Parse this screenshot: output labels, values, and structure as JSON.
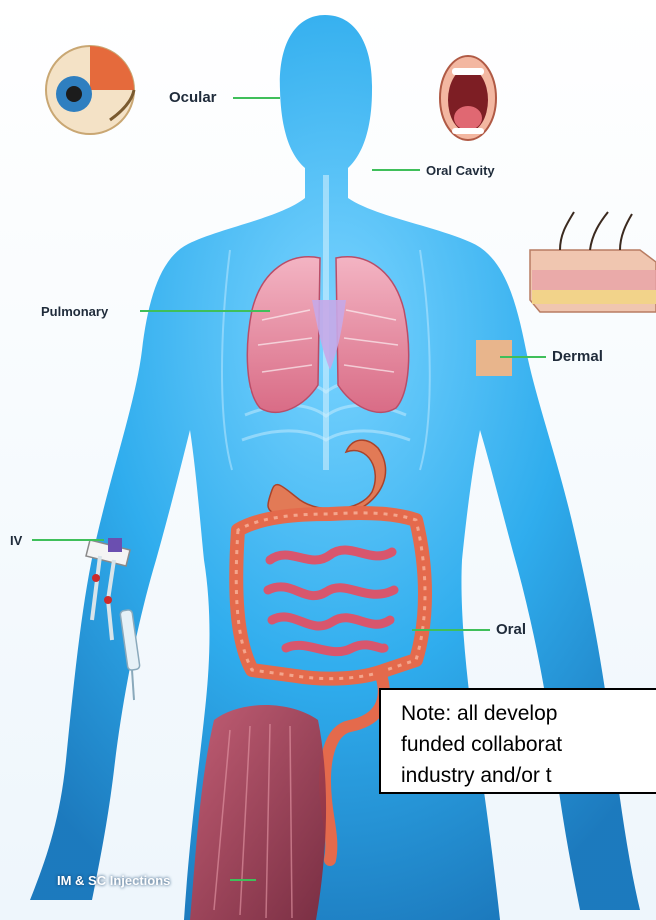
{
  "labels": {
    "ocular": "Ocular",
    "oral_cavity": "Oral Cavity",
    "pulmonary": "Pulmonary",
    "dermal": "Dermal",
    "iv": "IV",
    "oral": "Oral",
    "injections": "IM & SC Injections"
  },
  "note": {
    "line1": "Note: all develop",
    "line2": "funded collaborat",
    "line3": "industry and/or t"
  },
  "colors": {
    "body": "#1aa3e8",
    "leader_line": "#3fbf5a",
    "lungs": "#e7879a",
    "intestine": "#e46a4c",
    "muscle": "#a63c52"
  }
}
